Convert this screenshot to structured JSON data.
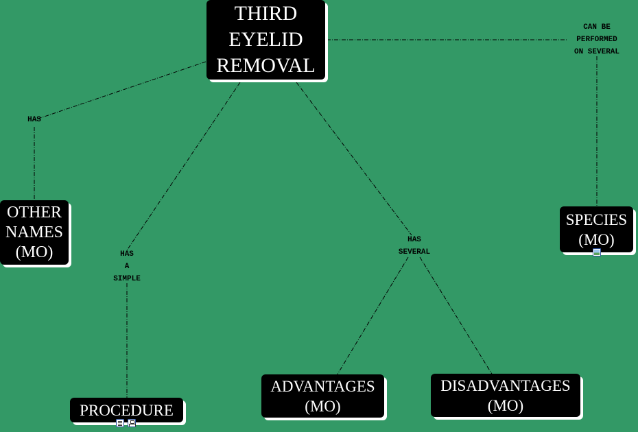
{
  "concepts": {
    "main": {
      "lines": [
        "THIRD",
        "EYELID",
        "REMOVAL"
      ]
    },
    "other_names": {
      "lines": [
        "OTHER",
        "NAMES",
        "(MO)"
      ]
    },
    "procedure": {
      "lines": [
        "PROCEDURE"
      ]
    },
    "advantages": {
      "lines": [
        "ADVANTAGES",
        "(MO)"
      ]
    },
    "disadvantages": {
      "lines": [
        "DISADVANTAGES",
        "(MO)"
      ]
    },
    "species": {
      "lines": [
        "SPECIES",
        "(MO)"
      ]
    }
  },
  "links": {
    "has": {
      "lines": [
        "HAS"
      ]
    },
    "has_a_simple": {
      "lines": [
        "HAS",
        "A",
        "SIMPLE"
      ]
    },
    "has_several": {
      "lines": [
        "HAS",
        "SEVERAL"
      ]
    },
    "can_be_performed": {
      "lines": [
        "CAN BE",
        "PERFORMED",
        "ON SEVERAL"
      ]
    }
  },
  "resources": {
    "procedure": [
      "document-icon",
      "concept-map-icon"
    ],
    "species": [
      "image-icon"
    ]
  },
  "colors": {
    "background": "#339966",
    "node_fill": "#000000",
    "node_text": "#ffffff",
    "node_shadow": "#ffffff",
    "connector": "#000000"
  }
}
